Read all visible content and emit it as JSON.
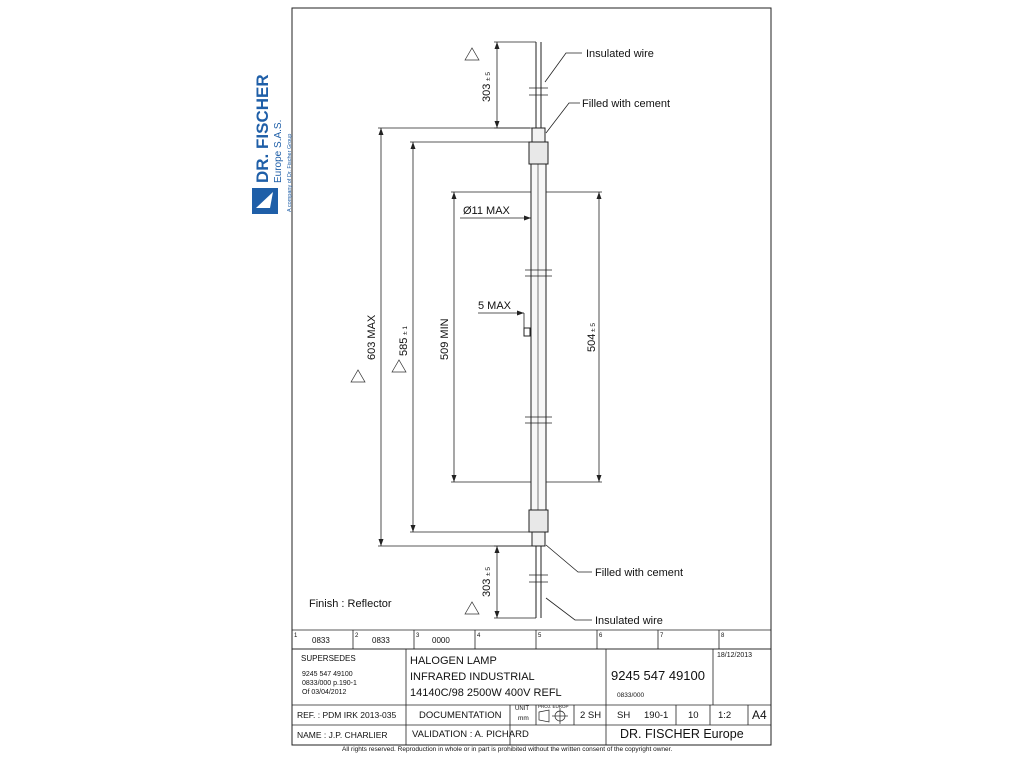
{
  "brand": {
    "name": "DR. FISCHER",
    "sub": "Europe S.A.S.",
    "tagline": "A company of Dr. Fischer Group",
    "color": "#1f5fa8"
  },
  "callouts": {
    "insulated_wire_top": "Insulated wire",
    "filled_cement_top": "Filled with cement",
    "filled_cement_bottom": "Filled with cement",
    "insulated_wire_bottom": "Insulated wire"
  },
  "dimensions": {
    "wire_top": "303",
    "wire_top_tol": "± 5",
    "overall_max": "603 MAX",
    "length_585": "585",
    "length_585_tol": "± 1",
    "heated_min": "509 MIN",
    "diameter": "Ø11 MAX",
    "five_max": "5 MAX",
    "length_504": "504",
    "length_504_tol": "± 5",
    "wire_bottom": "303",
    "wire_bottom_tol": "± 5"
  },
  "finish": "Finish : Reflector",
  "zone_strip": {
    "numbers": [
      "1",
      "2",
      "3",
      "4",
      "5",
      "6",
      "7",
      "8"
    ],
    "values": [
      "0833",
      "0833",
      "0000"
    ]
  },
  "title_block": {
    "supersedes_label": "SUPERSEDES",
    "supersedes_lines": [
      "9245 547 49100",
      "0833/000 p.190-1",
      "Of 03/04/2012"
    ],
    "title_lines": [
      "HALOGEN LAMP",
      "INFRARED INDUSTRIAL",
      "14140C/98 2500W 400V REFL"
    ],
    "part_number": "9245 547 49100",
    "part_sub": "0833/000",
    "date": "18/12/2013",
    "ref": "REF. : PDM IRK 2013-035",
    "documentation": "DOCUMENTATION",
    "unit_label": "UNIT",
    "unit_value": "mm",
    "proj_label": "PROJ. EUROP",
    "sheets": "2 SH",
    "sh_label": "SH",
    "sh_value": "190-1",
    "rev": "10",
    "scale": "1:2",
    "format": "A4",
    "name": "NAME : J.P. CHARLIER",
    "validation": "VALIDATION : A. PICHARD",
    "company": "DR. FISCHER Europe",
    "copyright": "All rights reserved. Reproduction in whole or in part is prohibited without the written consent of the copyright owner."
  }
}
